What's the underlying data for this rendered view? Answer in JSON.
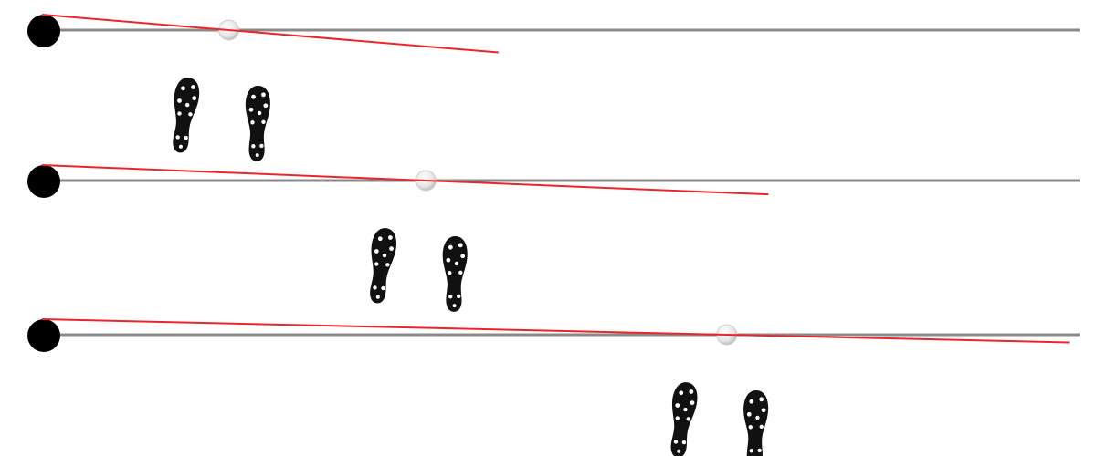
{
  "colors": {
    "background": "#ffffff",
    "guide_line": "#8a8a8a",
    "pivot": "#000000",
    "aim_line": "#e8262c",
    "ball": "#e6e6e6",
    "shoe": "#111111",
    "spike": "#ffffff"
  },
  "icons": {
    "pivot": "pivot-circle-icon",
    "ball": "golf-ball-icon",
    "shoe": "footprint-icon"
  },
  "rows": [
    {
      "id": "row-1",
      "ball_position": 0.18,
      "aim_line_length": 0.44
    },
    {
      "id": "row-2",
      "ball_position": 0.37,
      "aim_line_length": 0.7
    },
    {
      "id": "row-3",
      "ball_position": 0.66,
      "aim_line_length": 0.99
    }
  ]
}
